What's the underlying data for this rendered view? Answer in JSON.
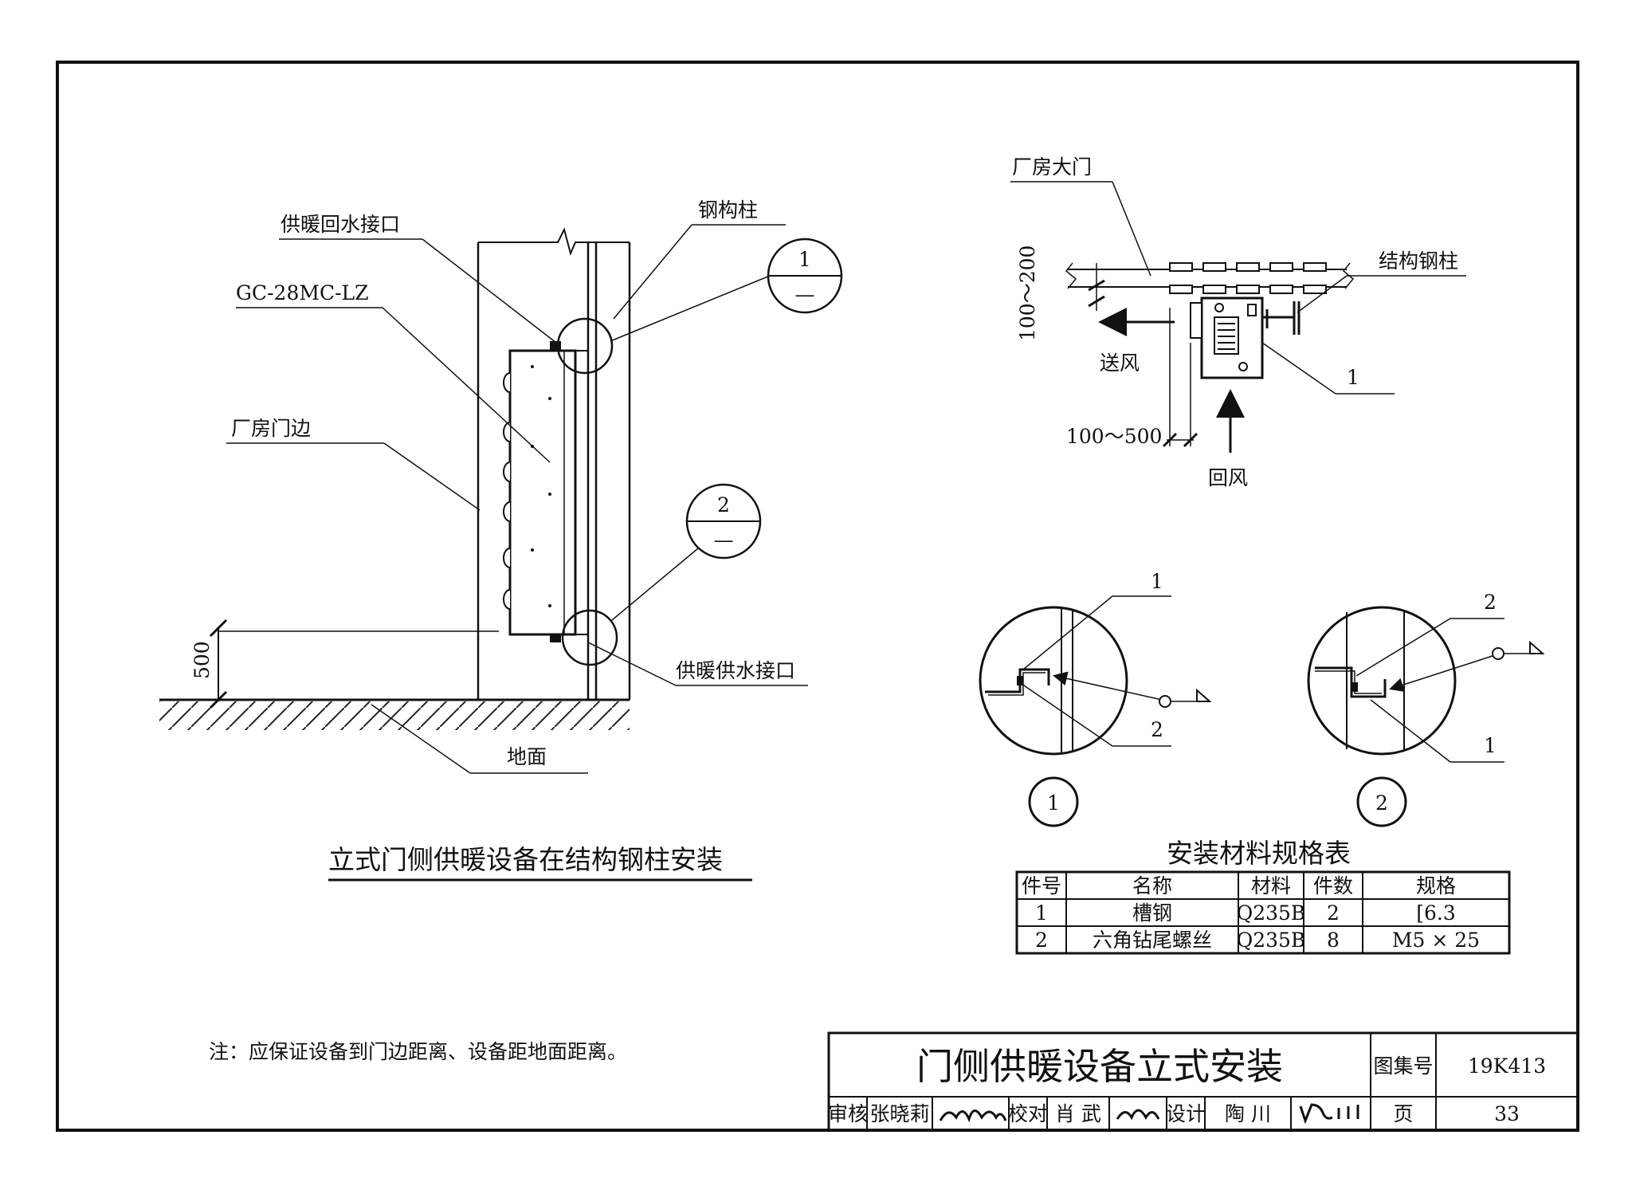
{
  "drawing": {
    "main_view": {
      "title": "立式门侧供暖设备在结构钢柱安装",
      "labels": {
        "return_port": "供暖回水接口",
        "steel_column": "钢构柱",
        "model": "GC-28MC-LZ",
        "door_edge": "厂房门边",
        "supply_port": "供暖供水接口",
        "ground": "地面",
        "height_dim": "500"
      },
      "callouts": [
        {
          "number": "1",
          "sub": "—"
        },
        {
          "number": "2",
          "sub": "—"
        }
      ]
    },
    "plan_view": {
      "labels": {
        "factory_gate": "厂房大门",
        "struct_column": "结构钢柱",
        "gap_dim": "100～200",
        "supply_air": "送风",
        "return_air": "回风",
        "offset_dim": "100～500",
        "part_no": "1"
      }
    },
    "details": [
      {
        "id": "1",
        "leader_top": "1",
        "leader_bottom": "2"
      },
      {
        "id": "2",
        "leader_top": "2",
        "leader_bottom": "1"
      }
    ],
    "materials_table": {
      "title": "安装材料规格表",
      "headers": [
        "件号",
        "名称",
        "材料",
        "件数",
        "规格"
      ],
      "rows": [
        [
          "1",
          "槽钢",
          "Q235B",
          "2",
          "[6.3"
        ],
        [
          "2",
          "六角钻尾螺丝",
          "Q235B",
          "8",
          "M5 × 25"
        ]
      ]
    },
    "note": "注：应保证设备到门边距离、设备距地面距离。",
    "title_block": {
      "title": "门侧供暖设备立式安装",
      "atlas_label": "图集号",
      "atlas_no": "19K413",
      "page_label": "页",
      "page_no": "33",
      "review_label": "审核",
      "reviewer": "张晓莉",
      "check_label": "校对",
      "checker": "肖 武",
      "design_label": "设计",
      "designer": "陶 川"
    }
  }
}
